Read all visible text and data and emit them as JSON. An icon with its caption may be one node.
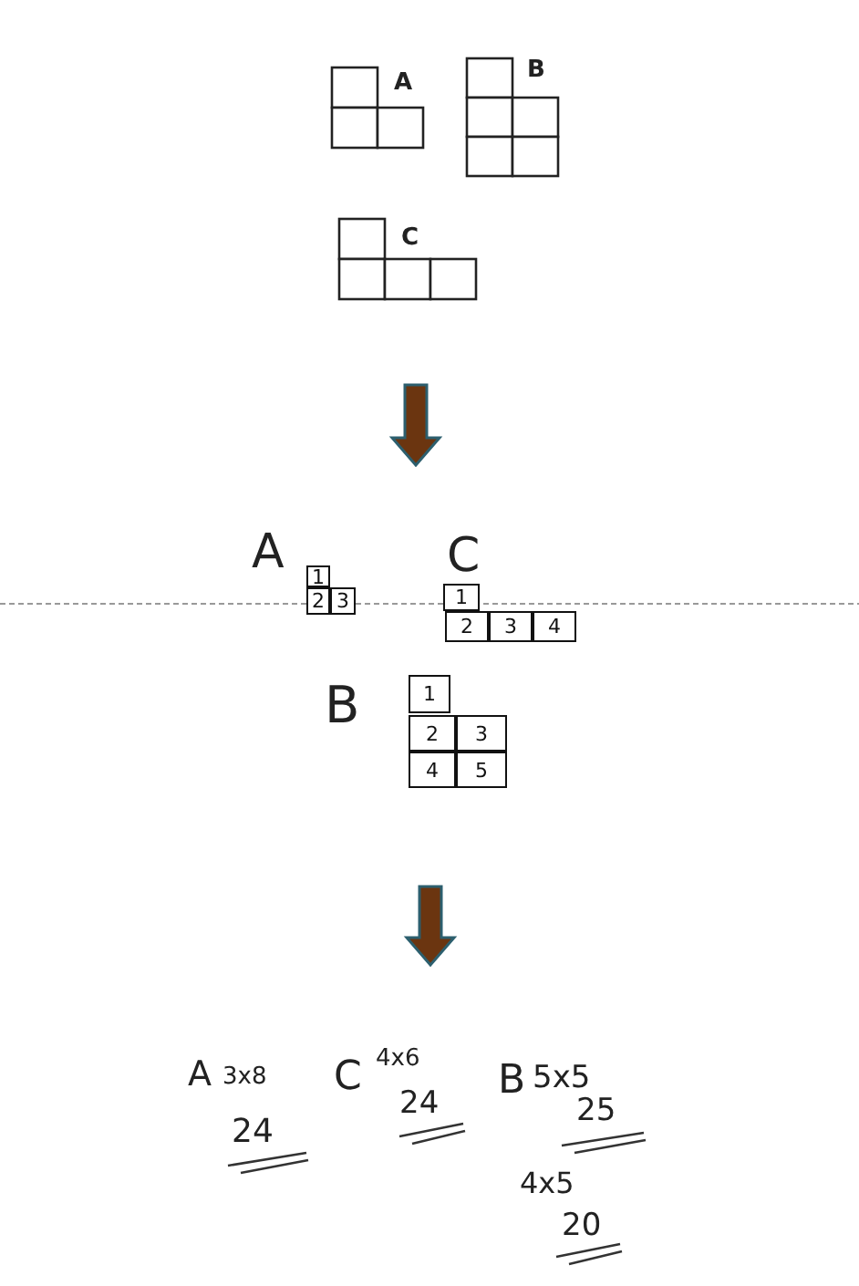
{
  "diagram": {
    "nodes": [
      {
        "text": [
          "A"
        ]
      },
      {
        "text": [
          "B"
        ]
      },
      {
        "text": [
          "C"
        ]
      },
      {
        "text": [
          "A"
        ]
      },
      {
        "text": [
          "1"
        ],
        "in": 3
      },
      {
        "text": [
          "2"
        ],
        "in": 3
      },
      {
        "text": [
          "3"
        ],
        "in": 3
      },
      {
        "text": [
          "C"
        ]
      },
      {
        "text": [
          "1"
        ],
        "in": 7
      },
      {
        "text": [
          "2"
        ],
        "in": 7
      },
      {
        "text": [
          "3"
        ],
        "in": 7
      },
      {
        "text": [
          "4"
        ],
        "in": 7
      },
      {
        "text": [
          "B"
        ]
      },
      {
        "text": [
          "1"
        ],
        "in": 12
      },
      {
        "text": [
          "2"
        ],
        "in": 12
      },
      {
        "text": [
          "3"
        ],
        "in": 12
      },
      {
        "text": [
          "4"
        ],
        "in": 12
      },
      {
        "text": [
          "5"
        ],
        "in": 12
      }
    ],
    "labels": [
      "A",
      "3x8",
      "24",
      "C",
      "4x6",
      "24",
      "B",
      "5x5",
      "25",
      "4x5",
      "20"
    ]
  }
}
